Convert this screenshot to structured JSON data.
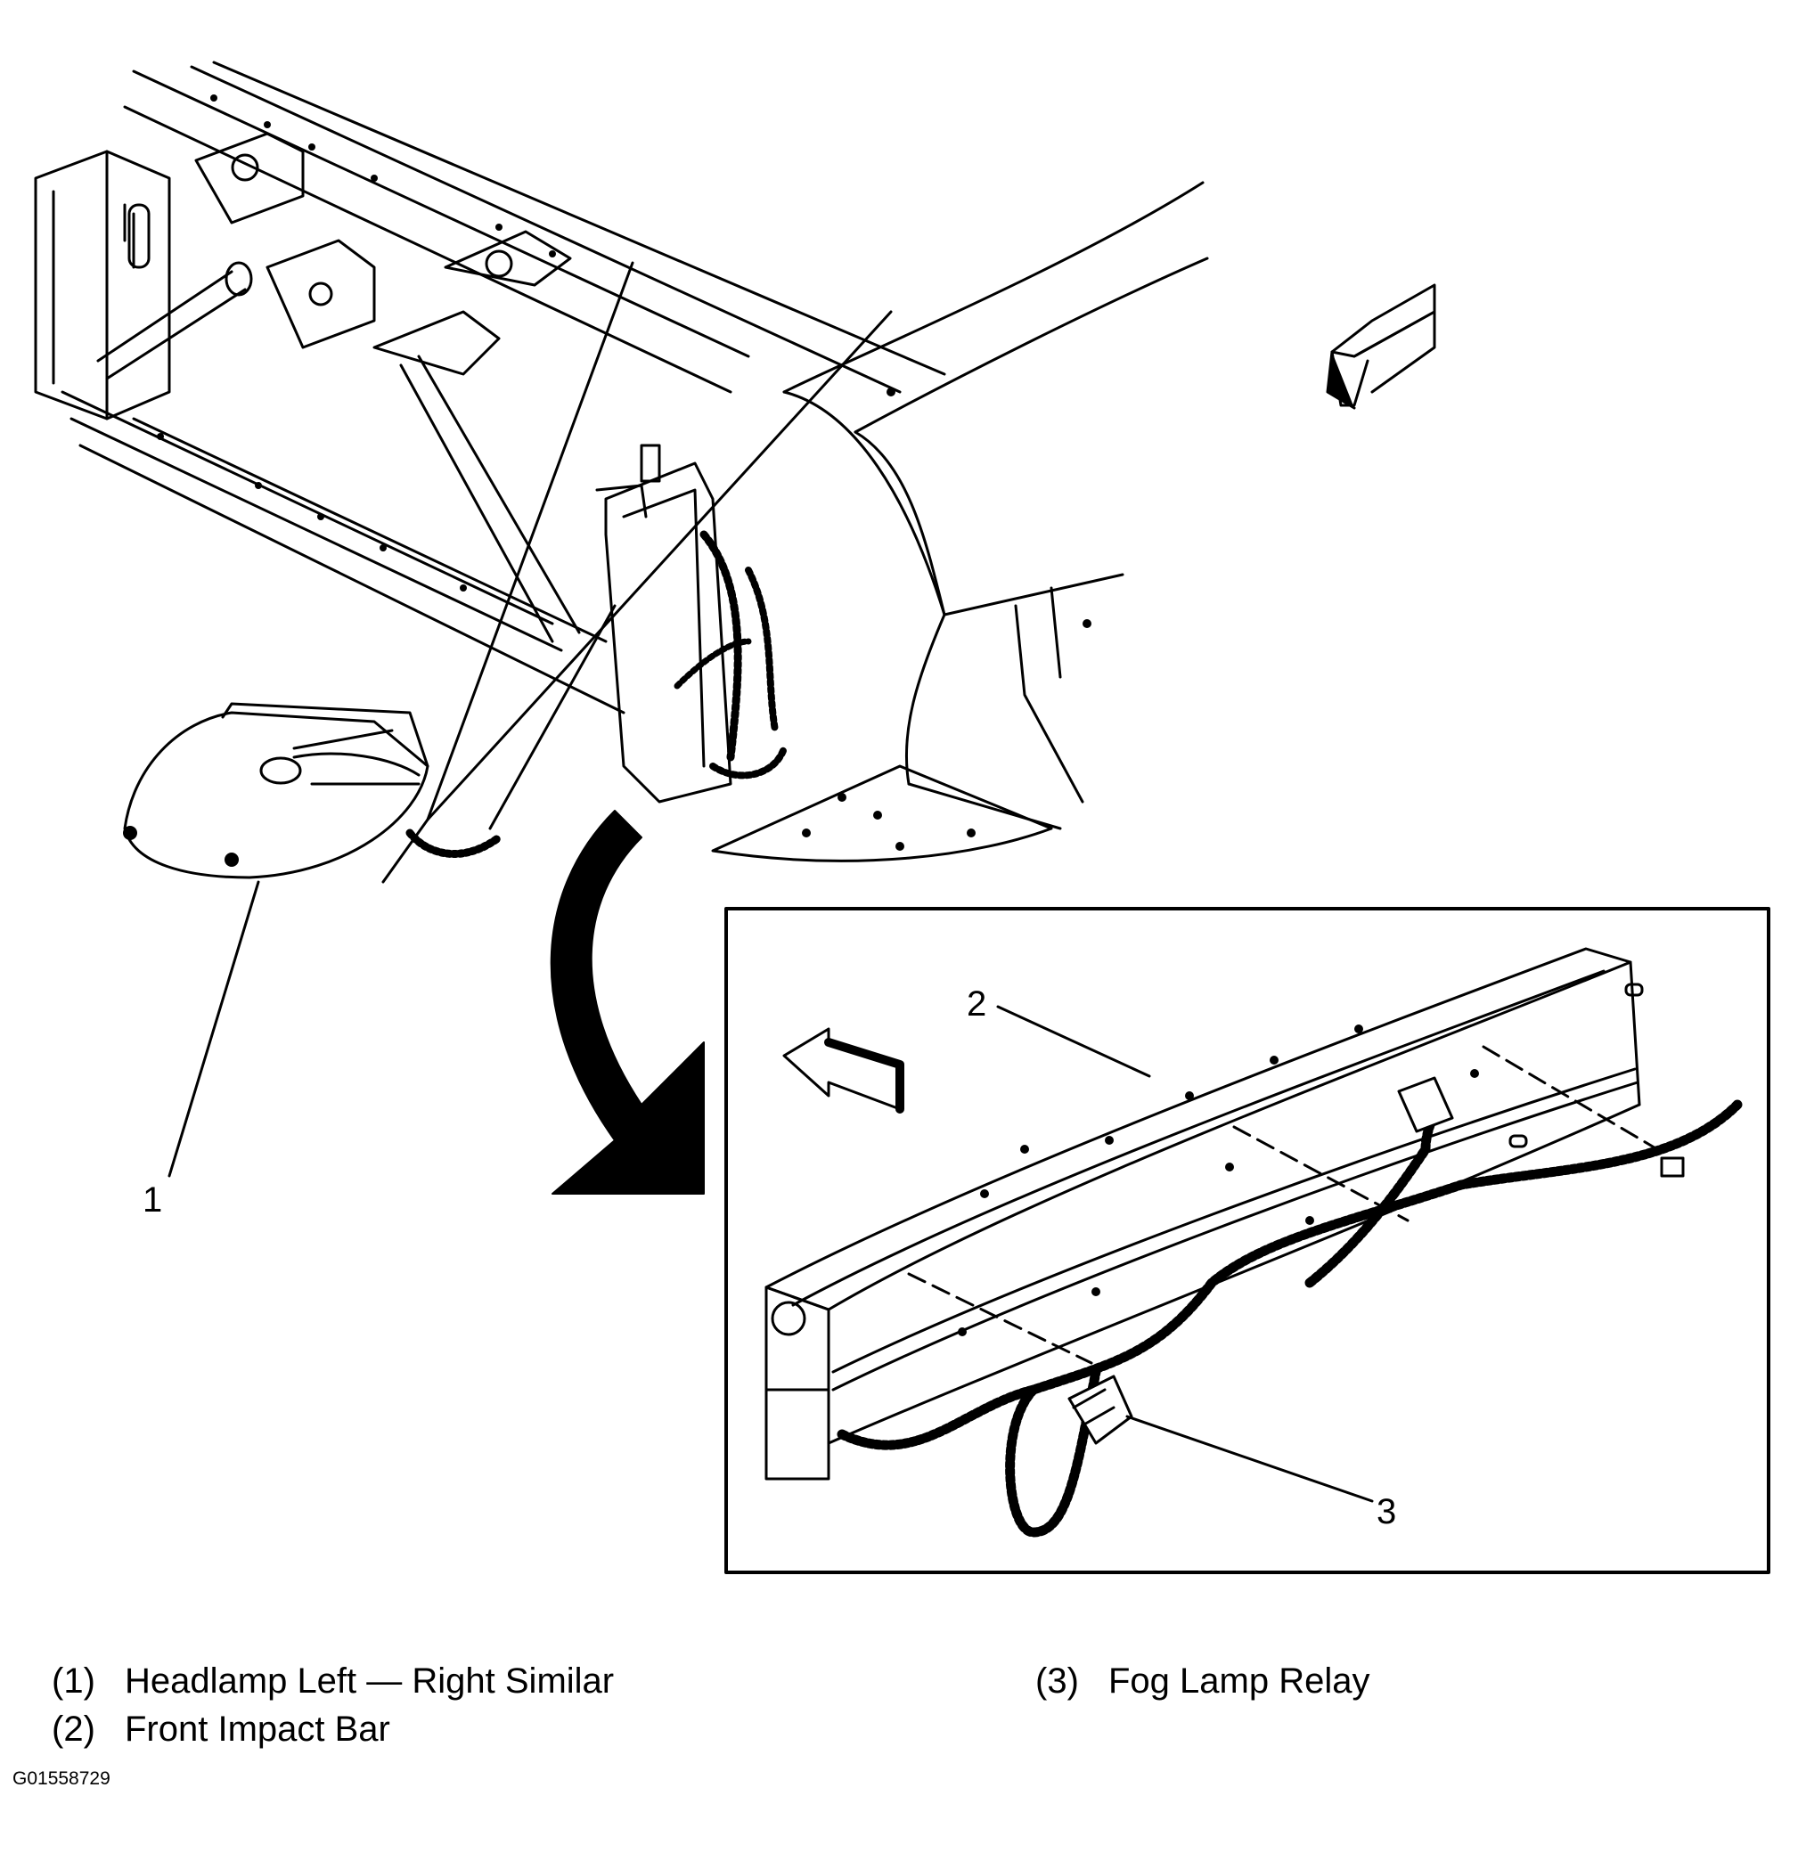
{
  "callouts": {
    "c1": "1",
    "c2": "2",
    "c3": "3"
  },
  "legend": [
    {
      "num": "(1)",
      "text": "Headlamp Left — Right Similar"
    },
    {
      "num": "(2)",
      "text": "Front Impact Bar"
    },
    {
      "num": "(3)",
      "text": "Fog Lamp Relay"
    }
  ],
  "figure_id": "G01558729"
}
